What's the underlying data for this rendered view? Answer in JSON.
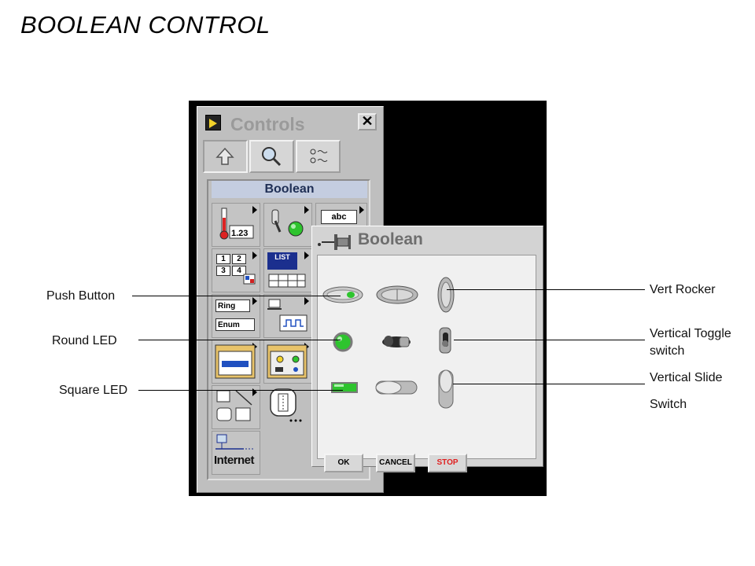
{
  "page": {
    "title": "BOOLEAN CONTROL"
  },
  "callouts": {
    "push_button": "Push Button",
    "round_led": "Round LED",
    "square_led": "Square LED",
    "vert_rocker": "Vert Rocker",
    "vertical_toggle_line1": "Vertical Toggle",
    "vertical_toggle_line2": "switch",
    "vertical_slide_line1": "Vertical Slide",
    "vertical_slide_line2": "Switch"
  },
  "controls_palette": {
    "title": "Controls",
    "category": "Boolean",
    "numeric_readout": "1.23",
    "string_cell": "abc",
    "list_cell": "LIST",
    "ring_cell": "Ring",
    "enum_cell": "Enum",
    "internet_cell": "Internet",
    "array_indices": [
      "1",
      "2",
      "3",
      "4"
    ]
  },
  "boolean_palette": {
    "title": "Boolean",
    "buttons": {
      "ok": "OK",
      "cancel": "CANCEL",
      "stop": "STOP"
    }
  },
  "colors": {
    "led_green": "#2ec42e",
    "stop_red": "#e02020",
    "header_blue": "#c4cde0"
  }
}
